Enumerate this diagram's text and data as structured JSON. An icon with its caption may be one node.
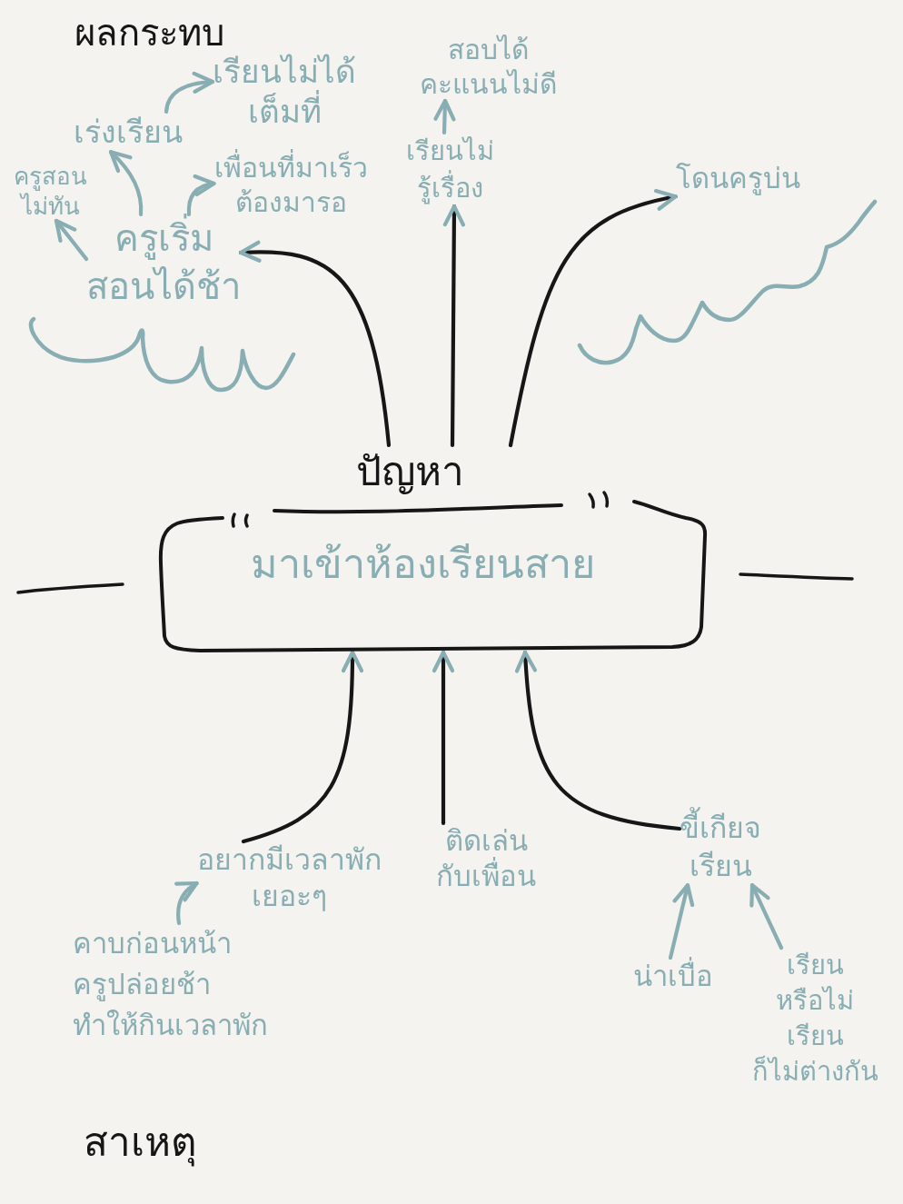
{
  "diagram": {
    "nodes": [
      {
        "text": [
          "เรียนไม่ได้เต็มที่"
        ]
      },
      {
        "text": [
          "สอบได้คะแนนไม่ดี"
        ]
      },
      {
        "text": [
          "เร่งเรียน"
        ]
      },
      {
        "text": [
          "ครูสอนไม่ทัน"
        ]
      },
      {
        "text": [
          "เพื่อนที่มาเร็วต้องมารอ"
        ]
      },
      {
        "text": [
          "เรียนไม่รู้เรื่อง"
        ]
      },
      {
        "text": [
          "โดนครูบ่น"
        ]
      },
      {
        "text": [
          "ครูเริ่มสอนได้ช้า"
        ]
      },
      {
        "text": [
          "ปัญหา",
          "มาเข้าห้องเรียนสาย"
        ]
      },
      {
        "text": [
          "อยากมีเวลาพักเยอะๆ"
        ]
      },
      {
        "text": [
          "ติดเล่นกับเพื่อน"
        ]
      },
      {
        "text": [
          "ขี้เกียจเรียน"
        ]
      },
      {
        "text": [
          "คาบก่อนหน้าครูปล่อยช้าทำให้กินเวลาพัก"
        ]
      },
      {
        "text": [
          "น่าเบื่อ"
        ]
      },
      {
        "text": [
          "เรียนหรือไม่เรียนก็ไม่ต่างกัน"
        ]
      }
    ],
    "edges": [
      {
        "from": 8,
        "to": 7,
        "arrow": "to",
        "color": "#161616"
      },
      {
        "from": 8,
        "to": 5,
        "arrow": "to",
        "color": "#161616"
      },
      {
        "from": 8,
        "to": 6,
        "arrow": "to",
        "color": "#161616"
      },
      {
        "from": 9,
        "to": 8,
        "arrow": "to",
        "color": "#161616"
      },
      {
        "from": 10,
        "to": 8,
        "arrow": "to",
        "color": "#161616"
      },
      {
        "from": 11,
        "to": 8,
        "arrow": "to",
        "color": "#161616"
      },
      {
        "from": 2,
        "to": 0,
        "arrow": "to"
      },
      {
        "from": 7,
        "to": 2,
        "arrow": "to"
      },
      {
        "from": 7,
        "to": 3,
        "arrow": "to"
      },
      {
        "from": 7,
        "to": 4,
        "arrow": "to"
      },
      {
        "from": 5,
        "to": 1,
        "arrow": "to"
      },
      {
        "from": 12,
        "to": 9,
        "arrow": "to"
      },
      {
        "from": 13,
        "to": 11,
        "arrow": "to"
      },
      {
        "from": 14,
        "to": 11,
        "arrow": "to"
      }
    ],
    "labels": [
      "ผลกระทบ",
      "สาเหตุ"
    ]
  }
}
